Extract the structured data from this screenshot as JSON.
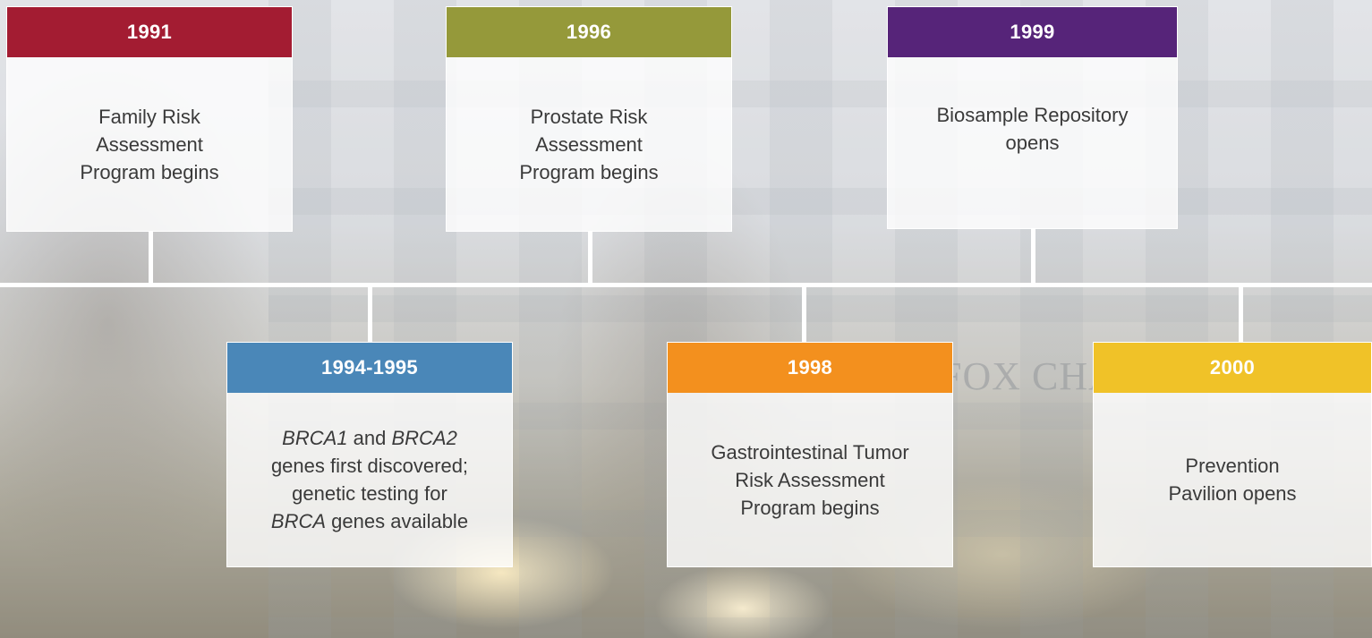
{
  "colors": {
    "c1991": "#a31c32",
    "c1994": "#4a87b8",
    "c1996": "#95993a",
    "c1998": "#f3901e",
    "c1999": "#562479",
    "c2000": "#f0c228"
  },
  "background": {
    "sign_text": "FOX CHAS"
  },
  "timeline": {
    "e1991": {
      "year": "1991",
      "line1": "Family Risk",
      "line2": "Assessment",
      "line3": "Program begins"
    },
    "e1994": {
      "year": "1994-1995",
      "l1_italic_a": "BRCA1",
      "l1_mid": " and ",
      "l1_italic_b": "BRCA2",
      "l2": "genes first discovered;",
      "l3": "genetic testing for",
      "l4_italic": "BRCA",
      "l4_rest": " genes available"
    },
    "e1996": {
      "year": "1996",
      "line1": "Prostate Risk",
      "line2": "Assessment",
      "line3": "Program begins"
    },
    "e1998": {
      "year": "1998",
      "line1": "Gastrointestinal Tumor",
      "line2": "Risk Assessment",
      "line3": "Program begins"
    },
    "e1999": {
      "year": "1999",
      "line1": "Biosample Repository",
      "line2": "opens"
    },
    "e2000": {
      "year": "2000",
      "line1": "Prevention",
      "line2": "Pavilion opens"
    }
  }
}
